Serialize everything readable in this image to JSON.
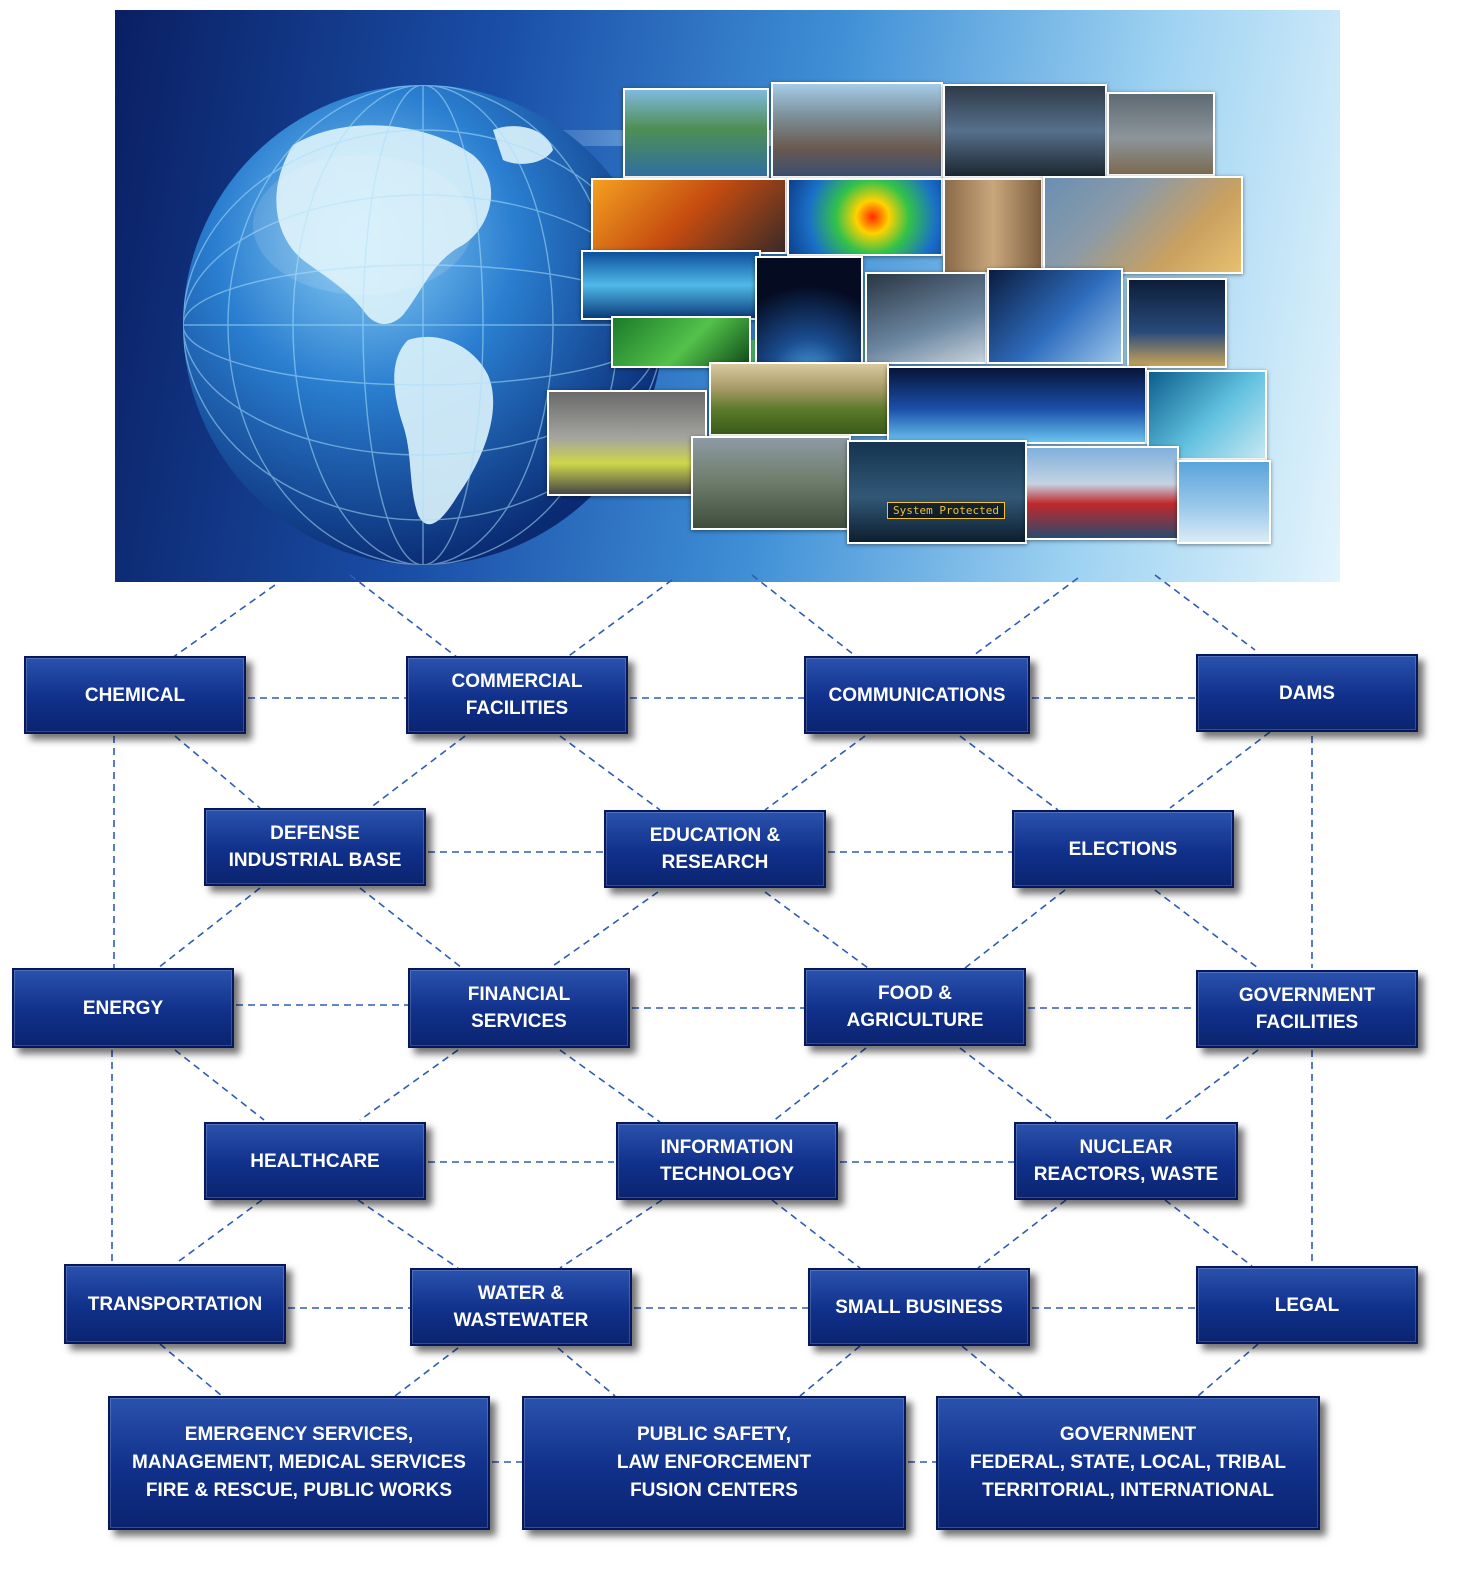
{
  "colors": {
    "node_fill": "#12318c",
    "node_border": "#06185a",
    "node_text": "#ffffff",
    "connector": "#2e5bb8"
  },
  "banner": {
    "overlay_text": "System Protected"
  },
  "sectors": {
    "chemical": "CHEMICAL",
    "commercial_facilities": "COMMERCIAL\nFACILITIES",
    "communications": "COMMUNICATIONS",
    "dams": "DAMS",
    "defense_industrial_base": "DEFENSE\nINDUSTRIAL BASE",
    "education_research": "EDUCATION &\nRESEARCH",
    "elections": "ELECTIONS",
    "energy": "ENERGY",
    "financial_services": "FINANCIAL\nSERVICES",
    "food_agriculture": "FOOD &\nAGRICULTURE",
    "government_facilities": "GOVERNMENT\nFACILITIES",
    "healthcare": "HEALTHCARE",
    "information_technology": "INFORMATION\nTECHNOLOGY",
    "nuclear": "NUCLEAR\nREACTORS, WASTE",
    "transportation": "TRANSPORTATION",
    "water": "WATER &\nWASTEWATER",
    "small_business": "SMALL BUSINESS",
    "legal": "LEGAL",
    "emergency_services": "EMERGENCY SERVICES,\nMANAGEMENT, MEDICAL SERVICES\nFIRE & RESCUE, PUBLIC WORKS",
    "public_safety": "PUBLIC SAFETY,\nLAW ENFORCEMENT\nFUSION CENTERS",
    "government": "GOVERNMENT\nFEDERAL, STATE, LOCAL, TRIBAL\nTERRITORIAL, INTERNATIONAL"
  }
}
